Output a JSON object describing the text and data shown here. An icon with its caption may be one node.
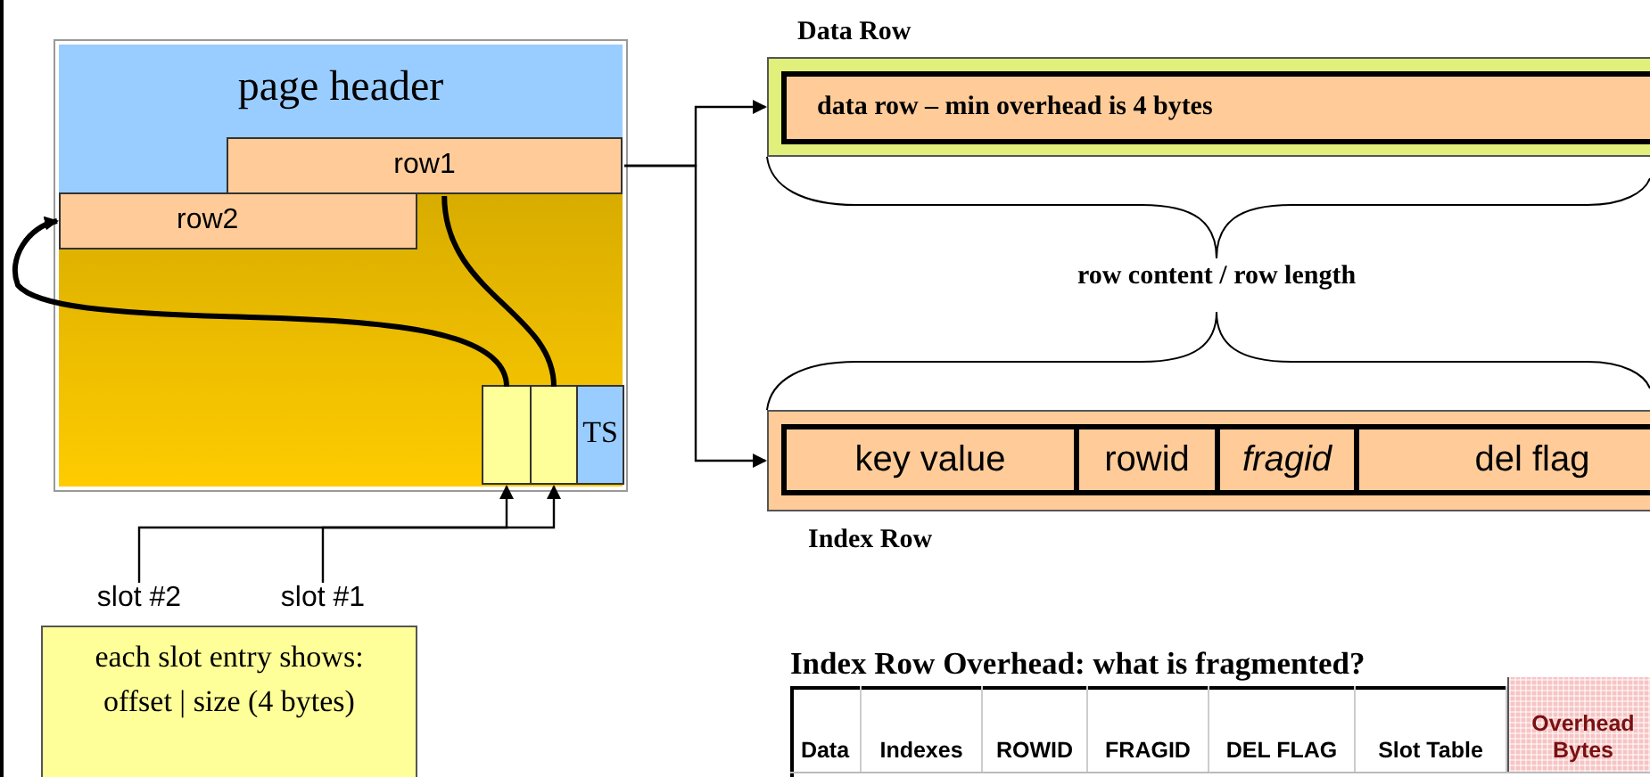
{
  "diagram": {
    "nodes": [
      {
        "text": [],
        "shape": "box"
      },
      {
        "text": [
          "page header"
        ],
        "in": 0
      },
      {
        "text": [
          "row1"
        ],
        "in": 0
      },
      {
        "text": [
          "row2"
        ],
        "in": 0
      },
      {
        "text": [],
        "shape": "box",
        "in": 0
      },
      {
        "text": [],
        "shape": "box",
        "in": 0
      },
      {
        "text": [
          "TS"
        ],
        "in": 0
      },
      {
        "text": [
          "slot #2"
        ]
      },
      {
        "text": [
          "slot #1"
        ]
      },
      {
        "text": [
          "each slot entry shows: offset | size (4 bytes)"
        ]
      },
      {
        "text": [
          "Data Row"
        ]
      },
      {
        "text": [
          "data row – min overhead is 4 bytes"
        ],
        "in": 10
      },
      {
        "text": [
          "Index Row"
        ]
      },
      {
        "text": [
          "key value"
        ],
        "in": 12
      },
      {
        "text": [
          "rowid"
        ],
        "in": 12
      },
      {
        "text": [
          "fragid"
        ],
        "in": 12
      },
      {
        "text": [
          "del flag"
        ],
        "in": 12
      }
    ],
    "edges": [
      {
        "from": 7,
        "to": 4,
        "arrow": "to"
      },
      {
        "from": 8,
        "to": 5,
        "arrow": "to"
      },
      {
        "from": 4,
        "to": 3,
        "arrow": "to",
        "style": "thick"
      },
      {
        "from": 5,
        "to": 2,
        "arrow": "none",
        "style": "thick"
      },
      {
        "from": 2,
        "to": 10,
        "arrow": "to"
      },
      {
        "from": 2,
        "to": 12,
        "arrow": "to"
      }
    ],
    "labels": [
      "row content / row length",
      "Index Row Overhead: what is fragmented?",
      "Data",
      "Indexes",
      "ROWID",
      "FRAGID",
      "DEL FLAG",
      "Slot Table",
      "Overhead Bytes"
    ]
  }
}
